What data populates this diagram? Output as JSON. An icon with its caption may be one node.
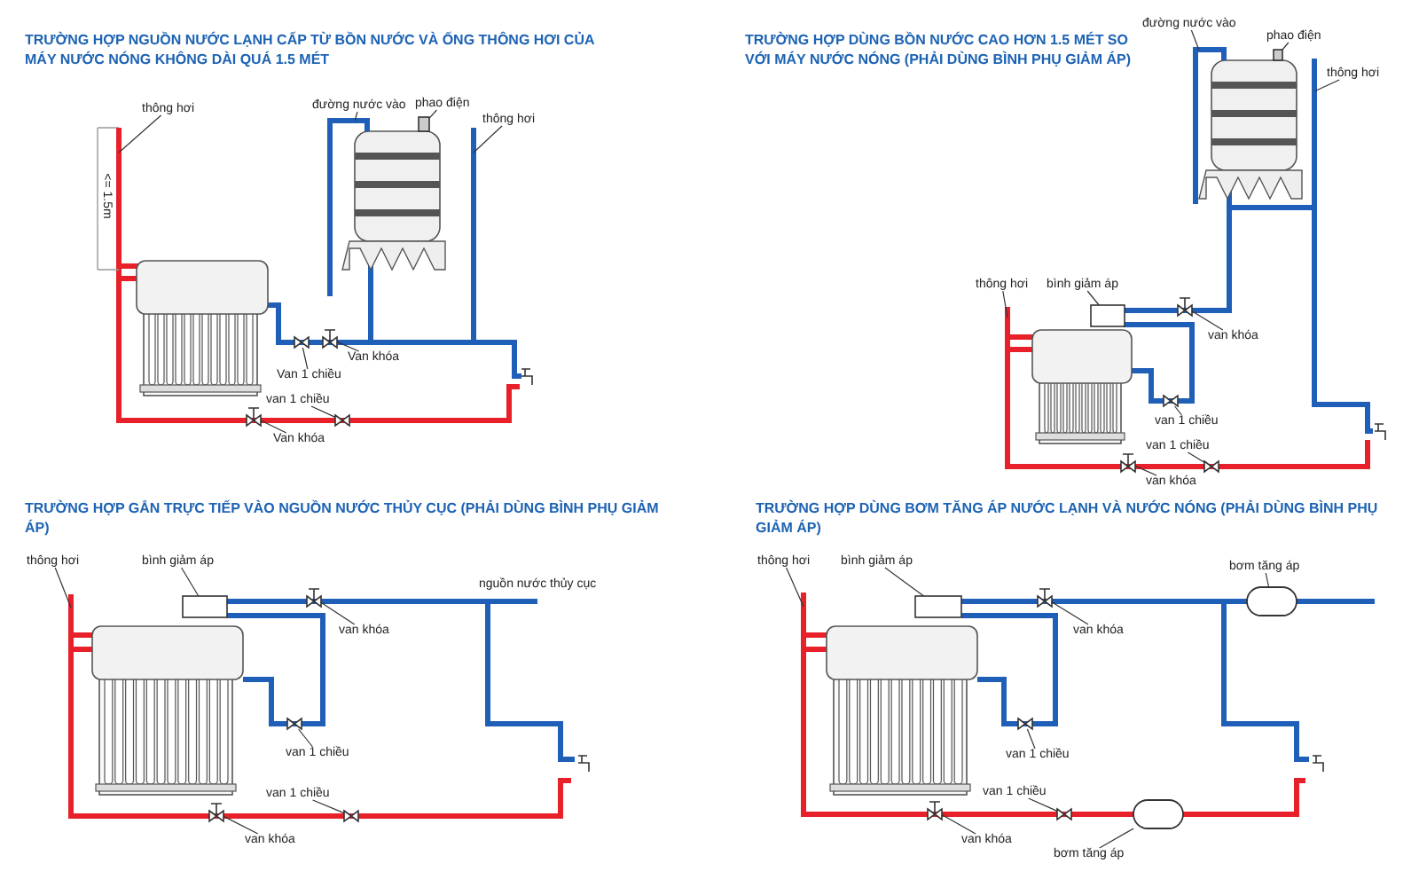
{
  "diagram": {
    "nodes": [
      {
        "text": [
          "thông hơi"
        ]
      },
      {
        "text": [],
        "shape": "pipe"
      },
      {
        "text": [
          "đường nước vào"
        ]
      },
      {
        "text": [],
        "shape": "pipe"
      },
      {
        "text": [
          "phao điện"
        ]
      },
      {
        "text": [],
        "shape": "box"
      },
      {
        "text": [
          "thông hơi"
        ]
      },
      {
        "text": [],
        "shape": "pipe"
      },
      {
        "text": [
          "Van khóa"
        ]
      },
      {
        "text": [],
        "shape": "valve"
      },
      {
        "text": [
          "Van 1 chiều"
        ]
      },
      {
        "text": [],
        "shape": "bowtie"
      },
      {
        "text": [
          "van 1 chiều"
        ]
      },
      {
        "text": [],
        "shape": "bowtie"
      },
      {
        "text": [
          "Van khóa"
        ]
      },
      {
        "text": [],
        "shape": "valve"
      },
      {
        "text": [
          "đường nước vào"
        ]
      },
      {
        "text": [],
        "shape": "pipe"
      },
      {
        "text": [
          "phao điện"
        ]
      },
      {
        "text": [],
        "shape": "box"
      },
      {
        "text": [
          "thông hơi"
        ]
      },
      {
        "text": [],
        "shape": "pipe"
      },
      {
        "text": [
          "thông hơi"
        ]
      },
      {
        "text": [],
        "shape": "pipe"
      },
      {
        "text": [
          "bình giảm áp"
        ]
      },
      {
        "text": [],
        "shape": "box"
      },
      {
        "text": [
          "van khóa"
        ]
      },
      {
        "text": [],
        "shape": "valve"
      },
      {
        "text": [
          "van 1 chiều"
        ]
      },
      {
        "text": [],
        "shape": "bowtie"
      },
      {
        "text": [
          "van 1 chiều"
        ]
      },
      {
        "text": [],
        "shape": "bowtie"
      },
      {
        "text": [
          "van khóa"
        ]
      },
      {
        "text": [],
        "shape": "valve"
      },
      {
        "text": [
          "thông hơi"
        ]
      },
      {
        "text": [],
        "shape": "pipe"
      },
      {
        "text": [
          "bình giảm áp"
        ]
      },
      {
        "text": [],
        "shape": "box"
      },
      {
        "text": [
          "van khóa"
        ]
      },
      {
        "text": [],
        "shape": "valve"
      },
      {
        "text": [
          "van 1 chiều"
        ]
      },
      {
        "text": [],
        "shape": "bowtie"
      },
      {
        "text": [
          "van 1 chiều"
        ]
      },
      {
        "text": [],
        "shape": "bowtie"
      },
      {
        "text": [
          "van khóa"
        ]
      },
      {
        "text": [],
        "shape": "valve"
      },
      {
        "text": [
          "thông hơi"
        ]
      },
      {
        "text": [],
        "shape": "pipe"
      },
      {
        "text": [
          "bình giảm áp"
        ]
      },
      {
        "text": [],
        "shape": "box"
      },
      {
        "text": [
          "bơm tăng áp"
        ]
      },
      {
        "text": [],
        "shape": "capsule"
      },
      {
        "text": [
          "van khóa"
        ]
      },
      {
        "text": [],
        "shape": "valve"
      },
      {
        "text": [
          "van 1 chiều"
        ]
      },
      {
        "text": [],
        "shape": "bowtie"
      },
      {
        "text": [
          "van 1 chiều"
        ]
      },
      {
        "text": [],
        "shape": "bowtie"
      },
      {
        "text": [
          "van khóa"
        ]
      },
      {
        "text": [],
        "shape": "valve"
      },
      {
        "text": [
          "bơm tăng áp"
        ]
      },
      {
        "text": [],
        "shape": "capsule"
      }
    ],
    "edges": [
      {
        "from": 0,
        "to": 1,
        "arrow": "none"
      },
      {
        "from": 2,
        "to": 3,
        "arrow": "none"
      },
      {
        "from": 4,
        "to": 5,
        "arrow": "none"
      },
      {
        "from": 6,
        "to": 7,
        "arrow": "none"
      },
      {
        "from": 8,
        "to": 9,
        "arrow": "none"
      },
      {
        "from": 10,
        "to": 11,
        "arrow": "none"
      },
      {
        "from": 12,
        "to": 13,
        "arrow": "none"
      },
      {
        "from": 14,
        "to": 15,
        "arrow": "none"
      },
      {
        "from": 16,
        "to": 17,
        "arrow": "none"
      },
      {
        "from": 18,
        "to": 19,
        "arrow": "none"
      },
      {
        "from": 20,
        "to": 21,
        "arrow": "none"
      },
      {
        "from": 22,
        "to": 23,
        "arrow": "none"
      },
      {
        "from": 24,
        "to": 25,
        "arrow": "none"
      },
      {
        "from": 26,
        "to": 27,
        "arrow": "none"
      },
      {
        "from": 28,
        "to": 29,
        "arrow": "none"
      },
      {
        "from": 30,
        "to": 31,
        "arrow": "none"
      },
      {
        "from": 32,
        "to": 33,
        "arrow": "none"
      },
      {
        "from": 34,
        "to": 35,
        "arrow": "none"
      },
      {
        "from": 36,
        "to": 37,
        "arrow": "none"
      },
      {
        "from": 38,
        "to": 39,
        "arrow": "none"
      },
      {
        "from": 40,
        "to": 41,
        "arrow": "none"
      },
      {
        "from": 42,
        "to": 43,
        "arrow": "none"
      },
      {
        "from": 44,
        "to": 45,
        "arrow": "none"
      },
      {
        "from": 46,
        "to": 47,
        "arrow": "none"
      },
      {
        "from": 48,
        "to": 49,
        "arrow": "none"
      },
      {
        "from": 50,
        "to": 51,
        "arrow": "none"
      },
      {
        "from": 52,
        "to": 53,
        "arrow": "none"
      },
      {
        "from": 54,
        "to": 55,
        "arrow": "none"
      },
      {
        "from": 56,
        "to": 57,
        "arrow": "none"
      },
      {
        "from": 58,
        "to": 59,
        "arrow": "none"
      },
      {
        "from": 60,
        "to": 61,
        "arrow": "none"
      }
    ],
    "labels": [
      "TRƯỜNG HỢP NGUỒN NƯỚC LẠNH CẤP TỪ BỒN NƯỚC VÀ ỐNG THÔNG HƠI CỦA MÁY NƯỚC NÓNG KHÔNG DÀI QUÁ 1.5 MÉT",
      "<= 1.5m",
      "TRƯỜNG HỢP DÙNG  BỒN NƯỚC CAO HƠN 1.5 MÉT SO VỚI MÁY NƯỚC NÓNG (PHẢI DÙNG BÌNH PHỤ GIẢM ÁP)",
      "TRƯỜNG HỢP GẮN TRỰC TIẾP VÀO NGUỒN NƯỚC THỦY CỤC (PHẢI DÙNG BÌNH PHỤ GIẢM ÁP)",
      "nguồn nước thủy cục",
      "TRƯỜNG HỢP DÙNG BƠM TĂNG ÁP NƯỚC LẠNH VÀ NƯỚC NÓNG (PHẢI DÙNG BÌNH PHỤ GIẢM ÁP)"
    ]
  }
}
